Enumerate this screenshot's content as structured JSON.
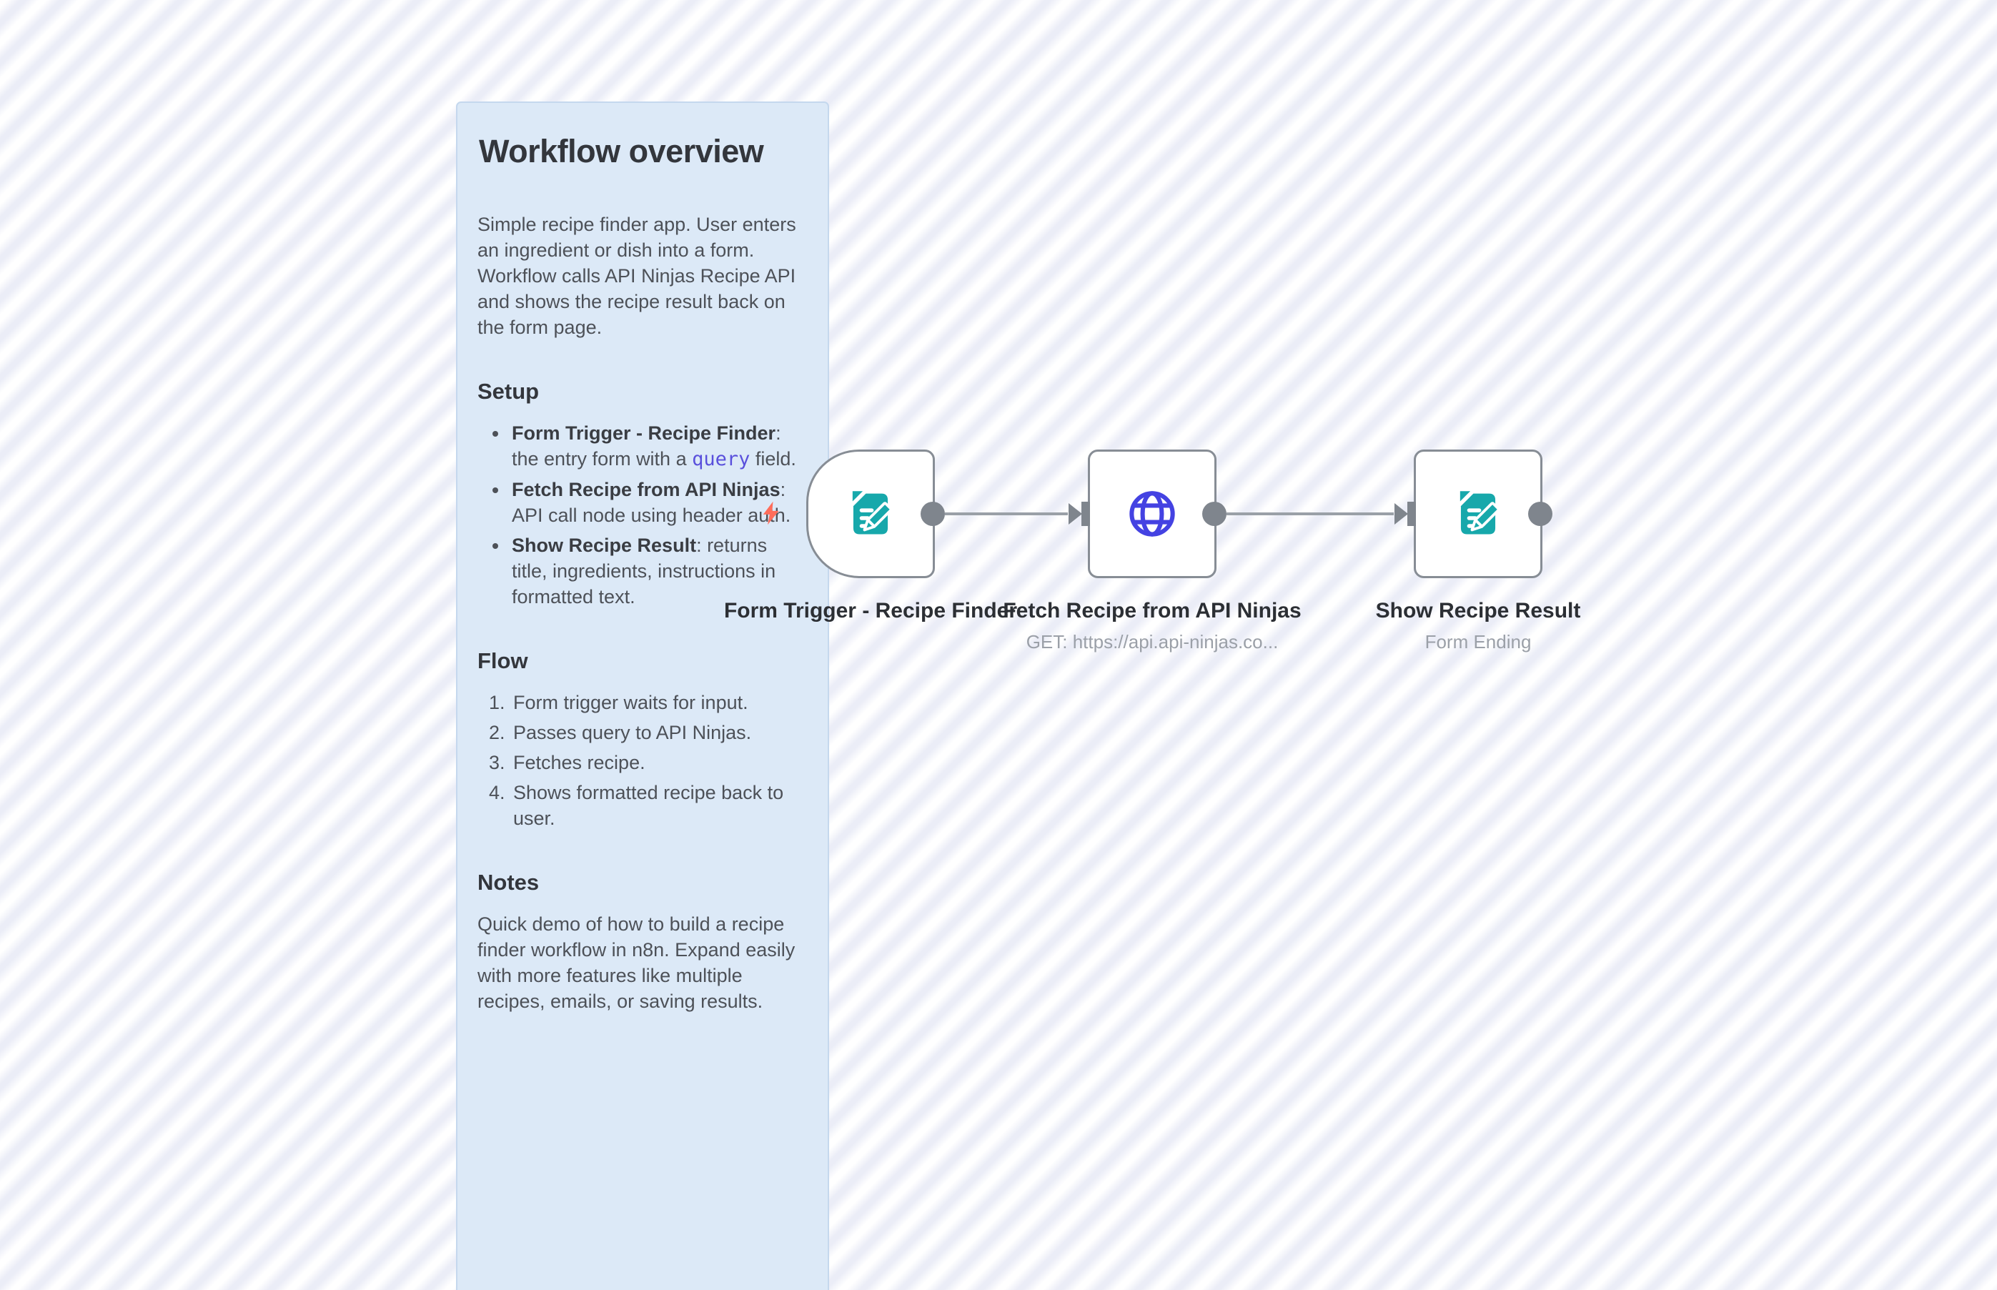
{
  "sticky": {
    "title": "Workflow overview",
    "intro": "Simple recipe finder app. User enters an ingredient or dish into a form. Workflow calls API Ninjas Recipe API and shows the recipe result back on the form page.",
    "setup_heading": "Setup",
    "setup_items": [
      {
        "bold": "Form Trigger - Recipe Finder",
        "text_before_code": ": the entry form with a ",
        "code": "query",
        "text_after_code": " field."
      },
      {
        "bold": "Fetch Recipe from API Ninjas",
        "text": ": API call node using header auth."
      },
      {
        "bold": "Show Recipe Result",
        "text": ": returns title, ingredients, instructions in formatted text."
      }
    ],
    "flow_heading": "Flow",
    "flow_items": [
      "Form trigger waits for input.",
      "Passes query to API Ninjas.",
      "Fetches recipe.",
      "Shows formatted recipe back to user."
    ],
    "notes_heading": "Notes",
    "notes_body": "Quick demo of how to build a recipe finder workflow in n8n. Expand easily with more features like multiple recipes, emails, or saving results."
  },
  "nodes": [
    {
      "name": "Form Trigger - Recipe Finder",
      "subtitle": "",
      "icon": "form-edit-icon",
      "is_trigger": true
    },
    {
      "name": "Fetch Recipe from API Ninjas",
      "subtitle": "GET: https://api.api-ninjas.co...",
      "icon": "globe-icon",
      "is_trigger": false
    },
    {
      "name": "Show Recipe Result",
      "subtitle": "Form Ending",
      "icon": "form-edit-icon",
      "is_trigger": false
    }
  ],
  "colors": {
    "canvas_stripe": "#ebedf7",
    "sticky_background": "#dce9f7",
    "sticky_border": "#c5d8ee",
    "node_border": "#878d95",
    "connector_gray": "#7f858d",
    "wire_gray": "#9aa0a7",
    "form_icon_teal": "#17a8ab",
    "globe_icon_indigo": "#4442e2",
    "trigger_bolt_coral": "#ff6d5b",
    "code_text_indigo": "#5a50dc"
  }
}
